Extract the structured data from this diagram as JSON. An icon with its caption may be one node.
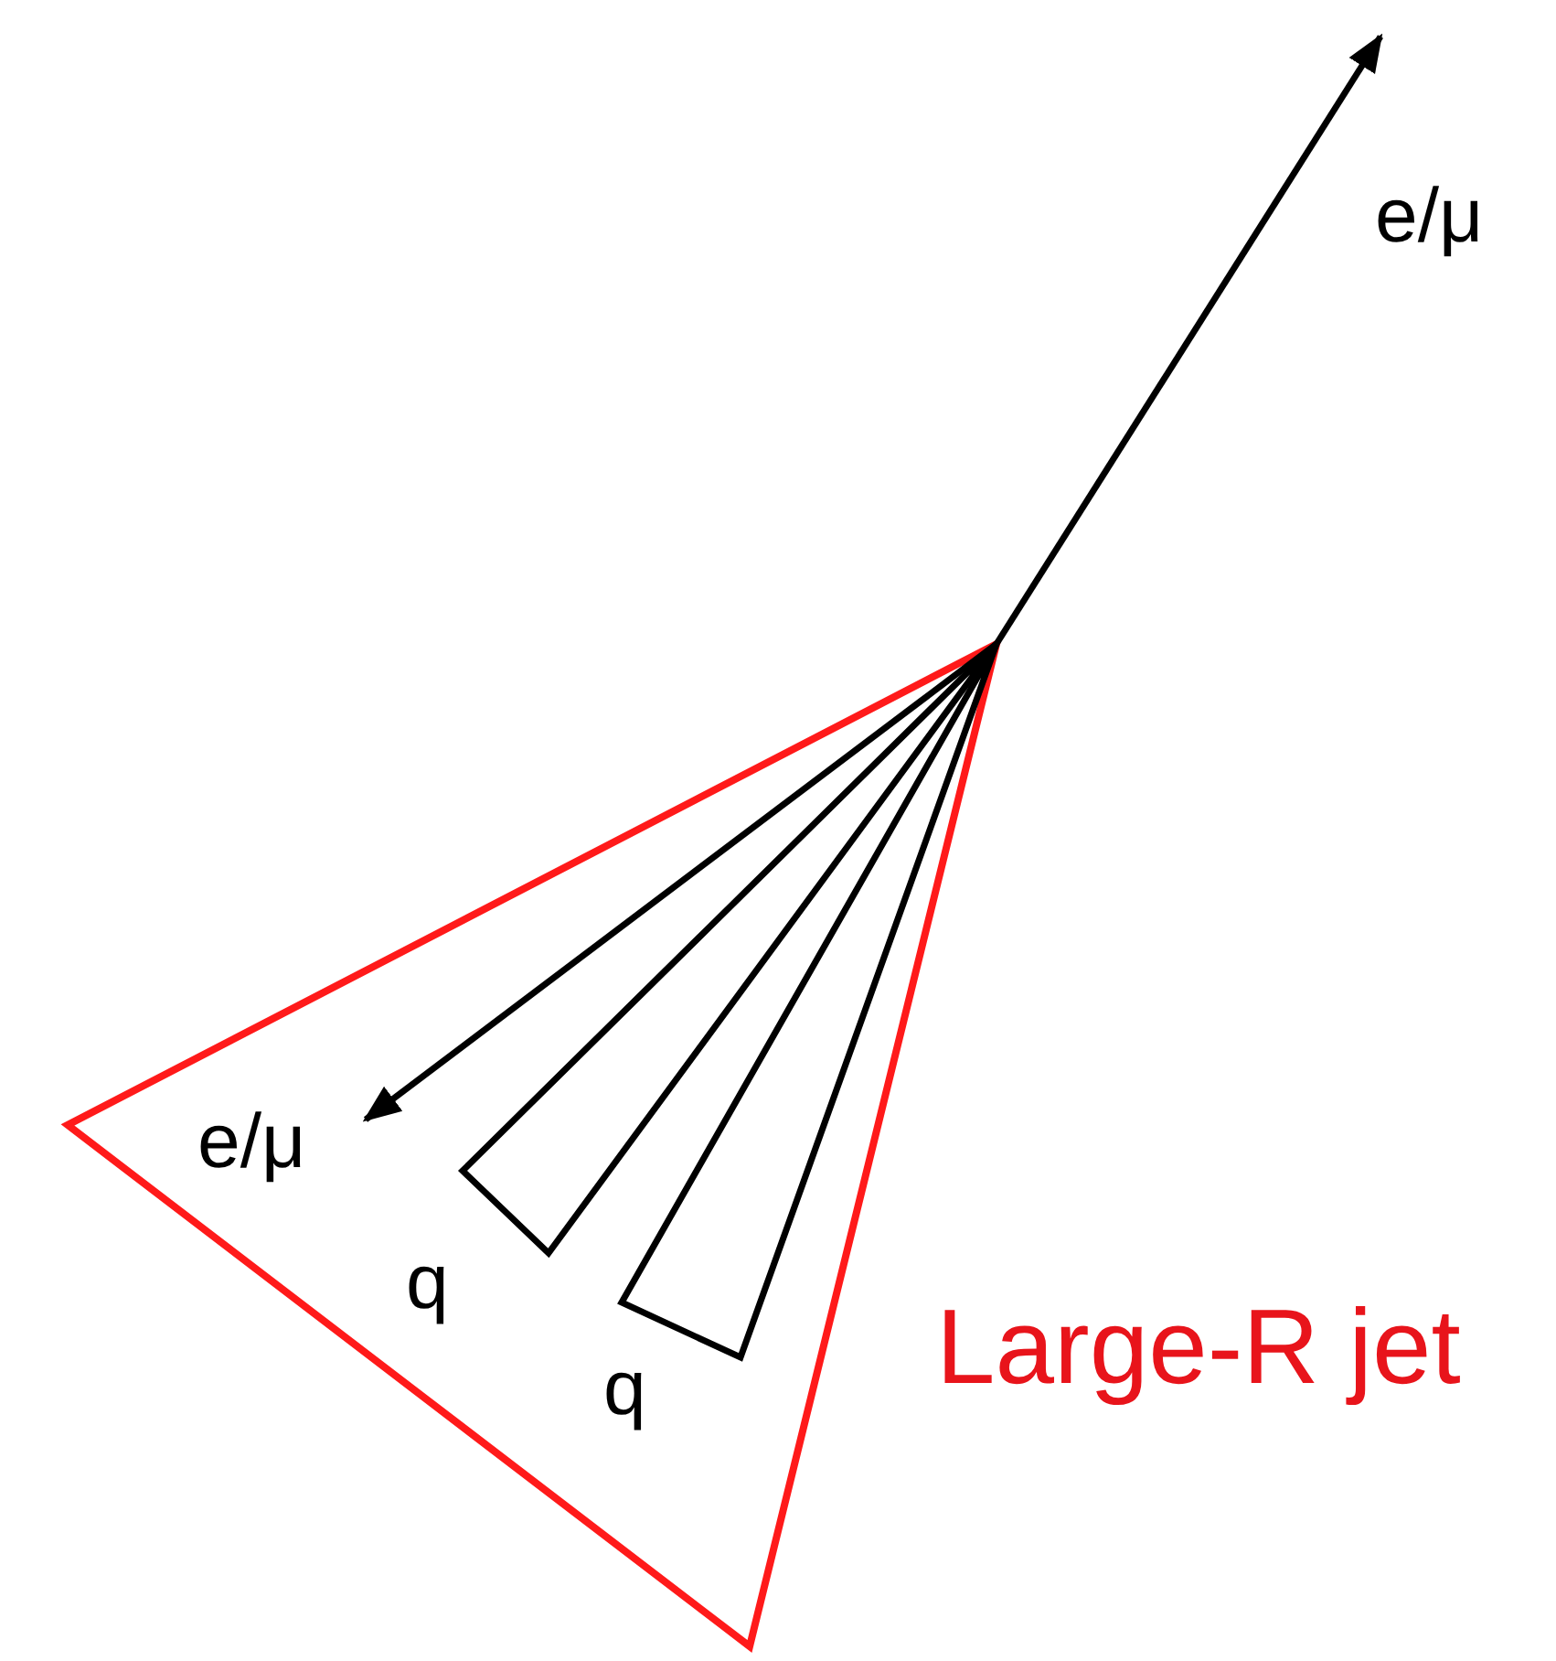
{
  "diagram": {
    "nodes": [
      {
        "text": [
          "e/μ"
        ]
      },
      {
        "text": [
          "Large-R jet"
        ]
      },
      {
        "text": [
          "e/μ"
        ],
        "in": 1
      },
      {
        "text": [],
        "shape": "cone",
        "beside": [
          "q"
        ],
        "in": 1
      },
      {
        "text": [],
        "shape": "cone",
        "beside": [
          "q"
        ],
        "in": 1
      }
    ],
    "edges": [
      {
        "from": 1,
        "to": 0,
        "arrow": "to"
      },
      {
        "from": 1,
        "to": 2,
        "arrow": "to"
      }
    ]
  }
}
